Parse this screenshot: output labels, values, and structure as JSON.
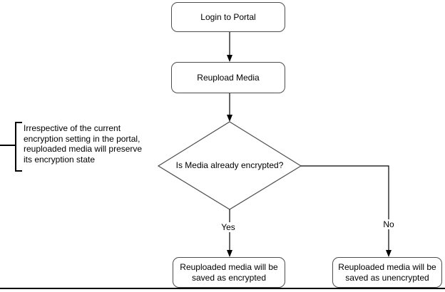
{
  "diagram": {
    "nodes": {
      "login": {
        "label": "Login to Portal"
      },
      "reupload": {
        "label": "Reupload Media"
      },
      "decision": {
        "label": "Is Media already encrypted?"
      },
      "encrypted": {
        "label": "Reuploaded media will be saved as encrypted"
      },
      "unencrypted": {
        "label": "Reuploaded media will be saved as unencrypted"
      }
    },
    "edges": {
      "yes_label": "Yes",
      "no_label": "No"
    },
    "annotation": {
      "lines": [
        "Irrespective of the current",
        "encryption setting in the portal,",
        "reuploaded media will preserve",
        "its encryption state"
      ]
    },
    "colors": {
      "shape_border": "#4d4d4d",
      "edge_line": "#000000",
      "background": "#ffffff"
    }
  }
}
